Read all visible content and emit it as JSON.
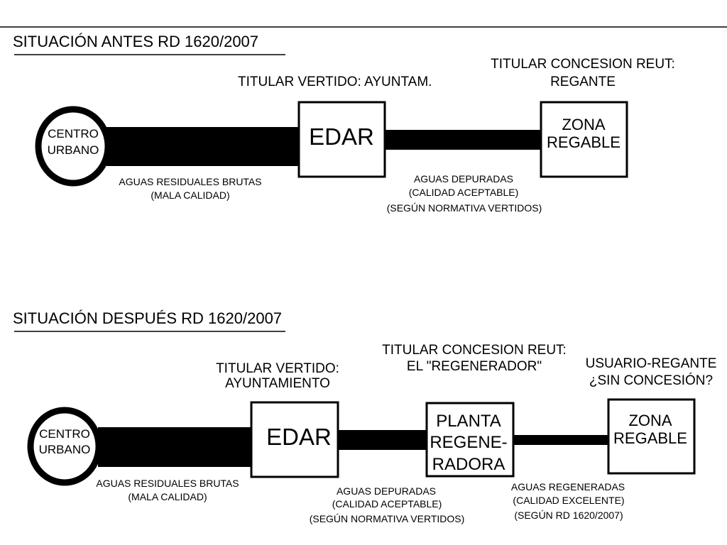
{
  "colors": {
    "ink": "#000000",
    "paper": "#ffffff"
  },
  "before": {
    "title": "SITUACIÓN ANTES RD 1620/2007",
    "owner_discharge": "TITULAR VERTIDO: AYUNTAM.",
    "owner_concession": [
      "TITULAR CONCESION REUT:",
      "REGANTE"
    ],
    "nodes": {
      "urban_center": [
        "CENTRO",
        "URBANO"
      ],
      "edar": "EDAR",
      "irrigable_zone": [
        "ZONA",
        "REGABLE"
      ]
    },
    "flows": {
      "raw_water": [
        "AGUAS RESIDUALES BRUTAS",
        "(MALA CALIDAD)"
      ],
      "treated_water": [
        "AGUAS DEPURADAS",
        "(CALIDAD ACEPTABLE)",
        "(SEGÚN NORMATIVA VERTIDOS)"
      ]
    }
  },
  "after": {
    "title": "SITUACIÓN DESPUÉS RD 1620/2007",
    "owner_discharge": [
      "TITULAR VERTIDO:",
      "AYUNTAMIENTO"
    ],
    "owner_concession": [
      "TITULAR CONCESION REUT:",
      "EL \"REGENERADOR\""
    ],
    "user": [
      "USUARIO-REGANTE",
      "¿SIN CONCESIÓN?"
    ],
    "nodes": {
      "urban_center": [
        "CENTRO",
        "URBANO"
      ],
      "edar": "EDAR",
      "regeneration_plant": [
        "PLANTA",
        "REGENE-",
        "RADORA"
      ],
      "irrigable_zone": [
        "ZONA",
        "REGABLE"
      ]
    },
    "flows": {
      "raw_water": [
        "AGUAS RESIDUALES BRUTAS",
        "(MALA CALIDAD)"
      ],
      "treated_water": [
        "AGUAS DEPURADAS",
        "(CALIDAD ACEPTABLE)",
        "(SEGÚN NORMATIVA VERTIDOS)"
      ],
      "regenerated_water": [
        "AGUAS REGENERADAS",
        "(CALIDAD EXCELENTE)",
        "(SEGÚN RD 1620/2007)"
      ]
    }
  }
}
